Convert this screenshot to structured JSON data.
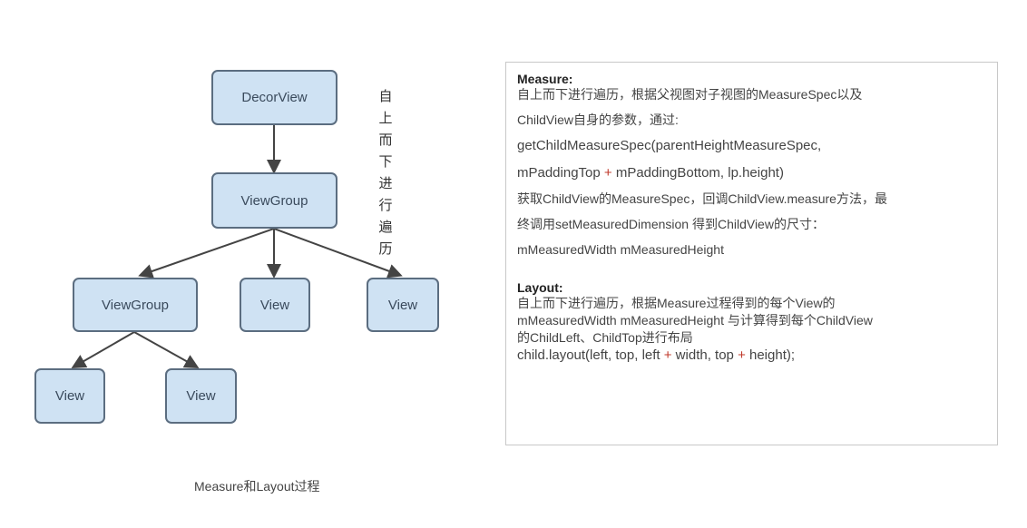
{
  "tree": {
    "root": "DecorView",
    "group": "ViewGroup",
    "child_group": "ViewGroup",
    "view_a": "View",
    "view_b": "View",
    "leaf_a": "View",
    "leaf_b": "View"
  },
  "vertical_note": "自上而下进行遍历",
  "caption": "Measure和Layout过程",
  "measure": {
    "heading": "Measure:",
    "line1": "自上而下进行遍历，根据父视图对子视图的MeasureSpec以及",
    "line2": "ChildView自身的参数，通过:",
    "code1": "getChildMeasureSpec(parentHeightMeasureSpec,",
    "code2_a": "mPaddingTop ",
    "code2_plus": "+",
    "code2_b": " mPaddingBottom, lp.height)",
    "line3": "获取ChildView的MeasureSpec，回调ChildView.measure方法，最",
    "line4": "终调用setMeasuredDimension 得到ChildView的尺寸：",
    "line5": "mMeasuredWidth mMeasuredHeight"
  },
  "layout": {
    "heading": "Layout:",
    "line1": "自上而下进行遍历，根据Measure过程得到的每个View的",
    "line2": "mMeasuredWidth mMeasuredHeight 与计算得到每个ChildView",
    "line3": "的ChildLeft、ChildTop进行布局",
    "code_a": "child.layout(left, top, left ",
    "code_plus1": "+",
    "code_b": " width, top ",
    "code_plus2": "+",
    "code_c": " height);"
  }
}
